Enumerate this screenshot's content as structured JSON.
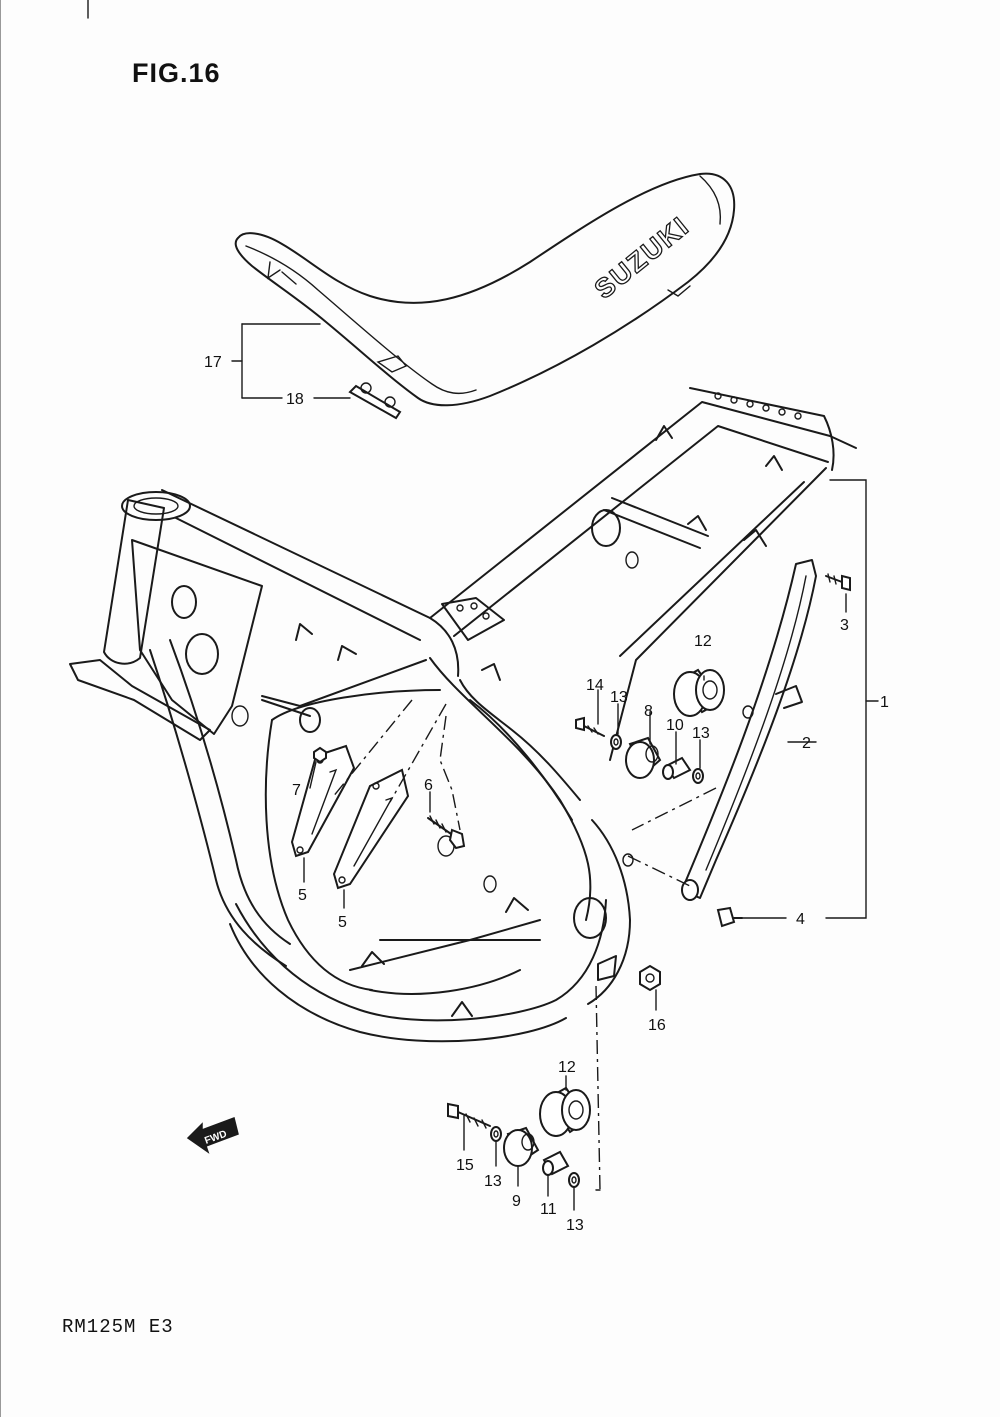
{
  "figure": {
    "title": "FIG.16"
  },
  "model": {
    "code": "RM125M E3"
  },
  "seat": {
    "brand_text": "SUZUKI"
  },
  "direction": {
    "fwd_label": "FWD"
  },
  "callouts": {
    "c1": "1",
    "c2": "2",
    "c3": "3",
    "c4": "4",
    "c5a": "5",
    "c5b": "5",
    "c6": "6",
    "c7": "7",
    "c8": "8",
    "c9": "9",
    "c10": "10",
    "c11": "11",
    "c12a": "12",
    "c12b": "12",
    "c13a": "13",
    "c13b": "13",
    "c13c": "13",
    "c13d": "13",
    "c14": "14",
    "c15": "15",
    "c16": "16",
    "c17": "17",
    "c18": "18"
  }
}
